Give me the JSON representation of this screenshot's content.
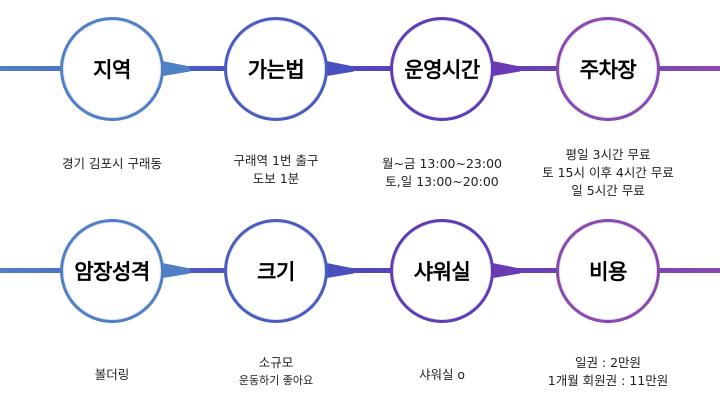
{
  "colors": {
    "blue": "#4f7fc4",
    "indigo": "#4a4fbf",
    "purple": "#6a3ab5",
    "violet": "#8a48b0"
  },
  "rows": [
    {
      "items": [
        {
          "title": "지역",
          "lines": [
            "경기 김포시 구래동"
          ]
        },
        {
          "title": "가는법",
          "lines": [
            "구래역 1번 출구",
            "도보 1분"
          ]
        },
        {
          "title": "운영시간",
          "lines": [
            "월~금  13:00~23:00",
            "토,일 13:00~20:00"
          ]
        },
        {
          "title": "주차장",
          "lines": [
            "평일 3시간 무료",
            "토 15시 이후 4시간 무료",
            "일 5시간 무료"
          ]
        }
      ]
    },
    {
      "items": [
        {
          "title": "암장성격",
          "lines": [
            "볼더링"
          ]
        },
        {
          "title": "크기",
          "lines": [
            "소규모",
            "운동하기 좋아요"
          ]
        },
        {
          "title": "샤워실",
          "lines": [
            "샤워실 o"
          ]
        },
        {
          "title": "비용",
          "lines": [
            "일권 : 2만원",
            "1개월 회원권 : 11만원"
          ]
        }
      ]
    }
  ]
}
